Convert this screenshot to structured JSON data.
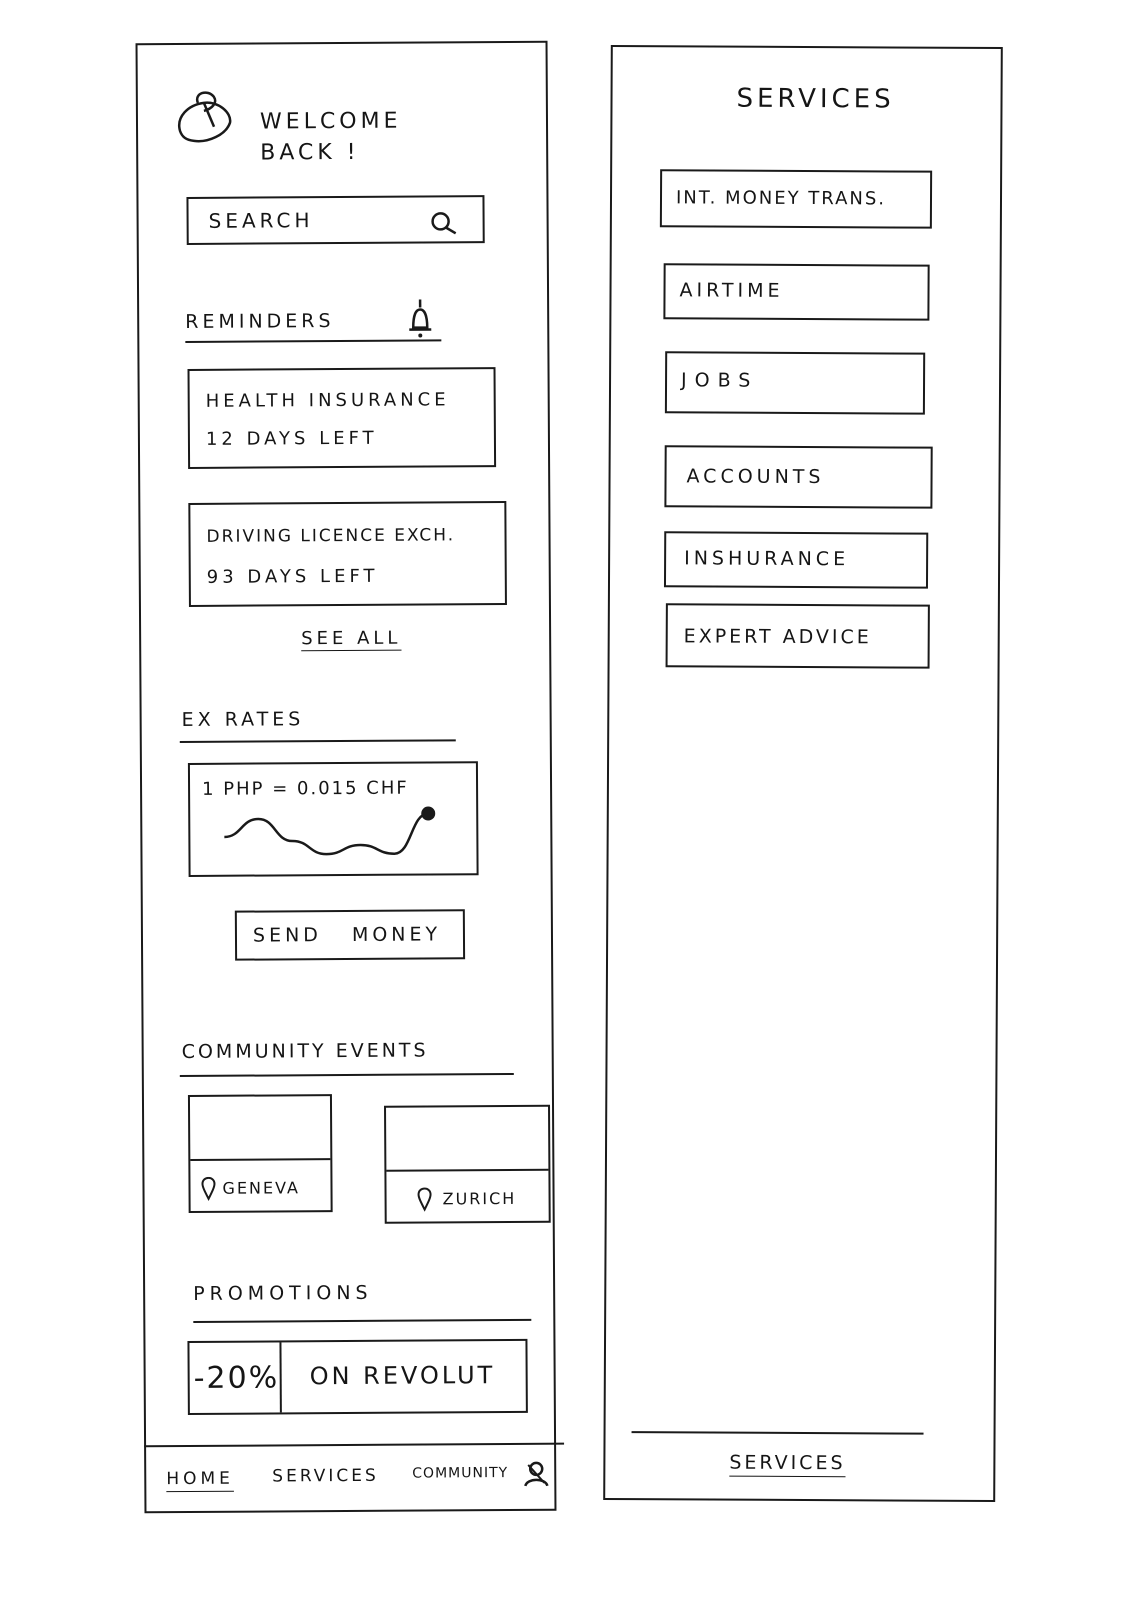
{
  "home": {
    "welcome_line1": "WELCOME",
    "welcome_line2": "BACK !",
    "search_placeholder": "SEARCH",
    "reminders": {
      "title": "REMINDERS",
      "items": [
        {
          "title": "HEALTH INSURANCE",
          "subtitle": "12 DAYS LEFT"
        },
        {
          "title": "DRIVING LICENCE EXCH.",
          "subtitle": "93 DAYS LEFT"
        }
      ],
      "see_all": "SEE ALL"
    },
    "ex_rates": {
      "title": "EX RATES",
      "rate_text": "1 PHP = 0.015 CHF",
      "trend": [
        0.015,
        0.0154,
        0.0149,
        0.0146,
        0.0148,
        0.0146,
        0.0155
      ],
      "send_money": "SEND MONEY"
    },
    "community_events": {
      "title": "COMMUNITY EVENTS",
      "events": [
        {
          "location": "GENEVA"
        },
        {
          "location": "ZURICH"
        }
      ]
    },
    "promotions": {
      "title": "PROMOTIONS",
      "discount": "-20%",
      "text": "ON REVOLUT"
    },
    "nav": {
      "home": "HOME",
      "services": "SERVICES",
      "community": "COMMUNITY"
    }
  },
  "services": {
    "title": "SERVICES",
    "items": [
      {
        "label": "INT. MONEY TRANS."
      },
      {
        "label": "AIRTIME"
      },
      {
        "label": "JOBS"
      },
      {
        "label": "ACCOUNTS"
      },
      {
        "label": "INSHURANCE"
      },
      {
        "label": "EXPERT ADVICE"
      }
    ],
    "nav": {
      "services": "SERVICES"
    }
  }
}
